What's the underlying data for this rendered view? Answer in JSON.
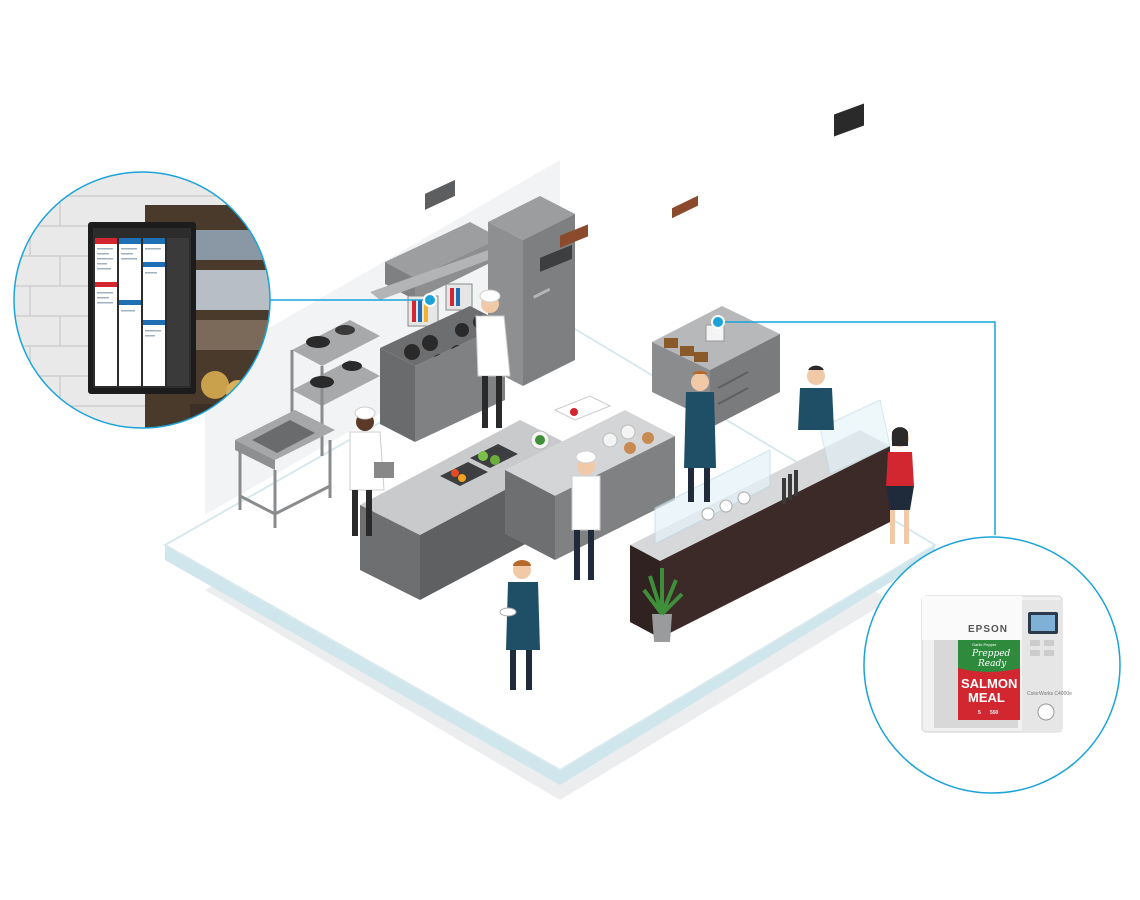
{
  "scene": {
    "accent_color": "#1aa3d9",
    "floor_edge_color": "#cfe6ec",
    "equipment_color": "#8a8b8d",
    "counter_wood_color": "#3b2a28"
  },
  "printer_callout": {
    "brand": "EPSON",
    "model": "ColorWorks C4000e",
    "label": {
      "tagline": "Garlic Pepper",
      "line1": "Prepped",
      "line2": "Ready",
      "title_line1": "SALMON",
      "title_line2": "MEAL",
      "figure_left": "5",
      "figure_right": "550",
      "background_color": "#d22630",
      "accent_color": "#2e8b3e"
    }
  },
  "tablet_callout": {
    "description_icon": "kitchen-display-icon"
  }
}
